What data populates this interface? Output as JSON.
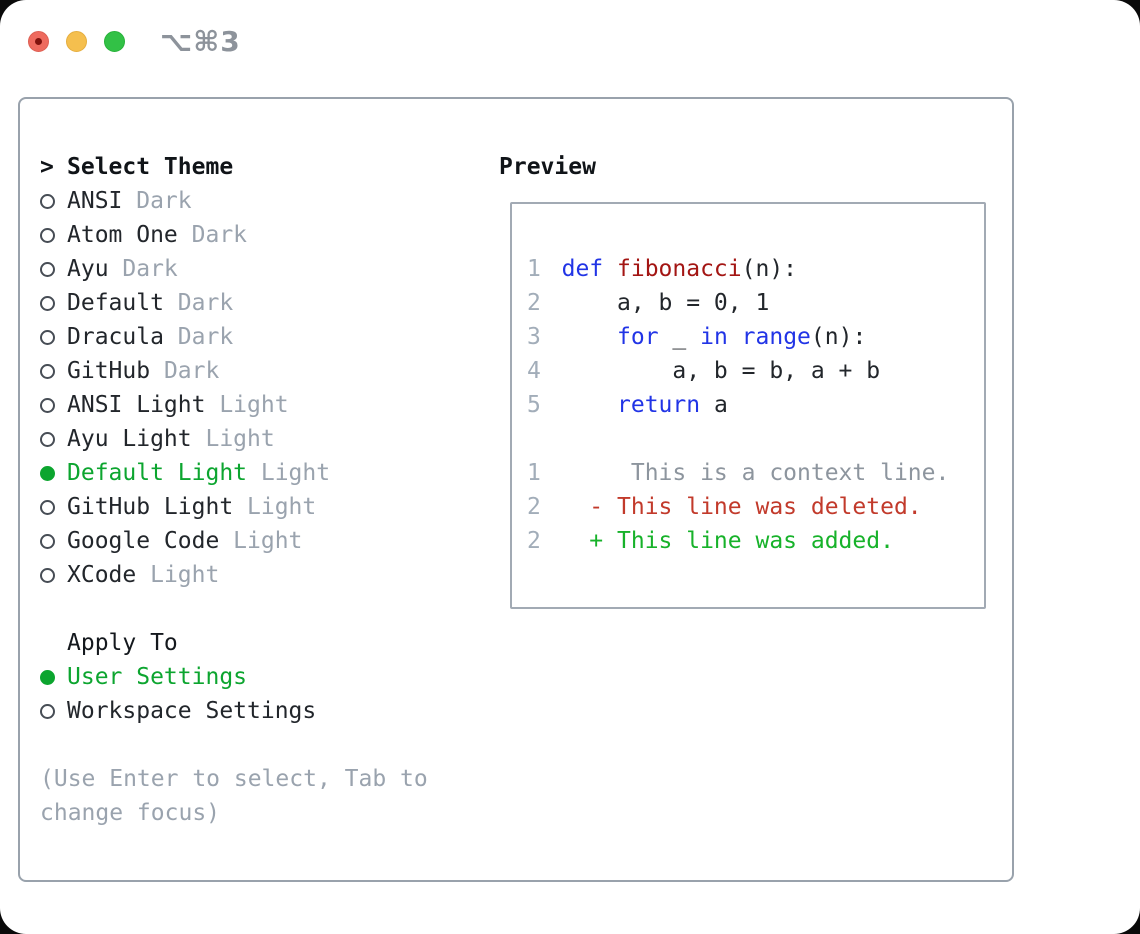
{
  "window": {
    "shortcut": "⌥⌘3",
    "controls": [
      "close",
      "minimize",
      "zoom"
    ]
  },
  "colors": {
    "select-green": "#0ca52f",
    "added-green": "#17b22a",
    "deleted-red": "#c23a2b",
    "keyword-blue": "#2134e6",
    "function-red": "#a31513",
    "muted-gray": "#9aa3ae",
    "line-number": "#a2adb9",
    "context-gray": "#8d959e",
    "text-dark": "#22262b",
    "border-gray": "#99a2ac"
  },
  "theme_panel": {
    "header": {
      "prefix": ">",
      "title": "Select Theme"
    },
    "themes": [
      {
        "name": "ANSI",
        "variant": "Dark",
        "selected": false
      },
      {
        "name": "Atom One",
        "variant": "Dark",
        "selected": false
      },
      {
        "name": "Ayu",
        "variant": "Dark",
        "selected": false
      },
      {
        "name": "Default",
        "variant": "Dark",
        "selected": false
      },
      {
        "name": "Dracula",
        "variant": "Dark",
        "selected": false
      },
      {
        "name": "GitHub",
        "variant": "Dark",
        "selected": false
      },
      {
        "name": "ANSI Light",
        "variant": "Light",
        "selected": false
      },
      {
        "name": "Ayu Light",
        "variant": "Light",
        "selected": false
      },
      {
        "name": "Default Light",
        "variant": "Light",
        "selected": true
      },
      {
        "name": "GitHub Light",
        "variant": "Light",
        "selected": false
      },
      {
        "name": "Google Code",
        "variant": "Light",
        "selected": false
      },
      {
        "name": "XCode",
        "variant": "Light",
        "selected": false
      }
    ],
    "apply_to": {
      "title": "Apply To",
      "options": [
        {
          "name": "User Settings",
          "selected": true
        },
        {
          "name": "Workspace Settings",
          "selected": false
        }
      ]
    },
    "hint_lines": [
      "(Use Enter to select, Tab to",
      "change focus)"
    ]
  },
  "preview": {
    "title": "Preview",
    "lines": [
      {
        "num": "1",
        "segments": [
          {
            "text": "def ",
            "style": "keyword"
          },
          {
            "text": "fibonacci",
            "style": "function"
          },
          {
            "text": "(n):",
            "style": "plain"
          }
        ]
      },
      {
        "num": "2",
        "segments": [
          {
            "text": "    a, b = 0, 1",
            "style": "plain"
          }
        ]
      },
      {
        "num": "3",
        "segments": [
          {
            "text": "    ",
            "style": "plain"
          },
          {
            "text": "for",
            "style": "keyword"
          },
          {
            "text": " _ ",
            "style": "plain"
          },
          {
            "text": "in",
            "style": "keyword"
          },
          {
            "text": " ",
            "style": "plain"
          },
          {
            "text": "range",
            "style": "keyword"
          },
          {
            "text": "(n):",
            "style": "plain"
          }
        ]
      },
      {
        "num": "4",
        "segments": [
          {
            "text": "        a, b = b, a + b",
            "style": "plain"
          }
        ]
      },
      {
        "num": "5",
        "segments": [
          {
            "text": "    ",
            "style": "plain"
          },
          {
            "text": "return",
            "style": "keyword"
          },
          {
            "text": " a",
            "style": "plain"
          }
        ]
      },
      {
        "num": "",
        "segments": []
      },
      {
        "num": "1",
        "segments": [
          {
            "text": "     This is a context line.",
            "style": "context"
          }
        ]
      },
      {
        "num": "2",
        "segments": [
          {
            "text": "  - This line was deleted.",
            "style": "deleted"
          }
        ]
      },
      {
        "num": "2",
        "segments": [
          {
            "text": "  + This line was added.",
            "style": "added"
          }
        ]
      }
    ]
  }
}
